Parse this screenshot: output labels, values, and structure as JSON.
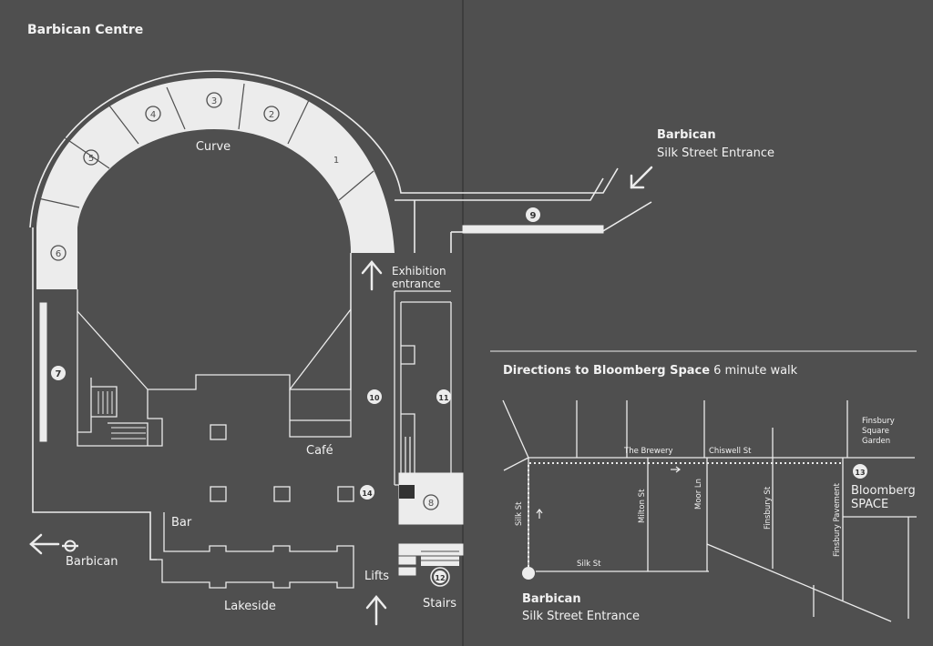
{
  "title": "Barbican Centre",
  "entrance_top": {
    "heading": "Barbican",
    "subtitle": "Silk Street Entrance"
  },
  "labels": {
    "curve": "Curve",
    "exhibition": [
      "Exhibition",
      "entrance"
    ],
    "cafe": "Café",
    "bar": "Bar",
    "lakeside": "Lakeside",
    "lifts": "Lifts",
    "stairs": "Stairs",
    "barbican_station": "Barbican"
  },
  "spaces": [
    "1",
    "2",
    "3",
    "4",
    "5",
    "6",
    "7",
    "8",
    "9",
    "10",
    "11",
    "12",
    "13",
    "14"
  ],
  "directions": {
    "heading": "Directions to Bloomberg Space",
    "walk": "6 minute walk",
    "streets": {
      "the_brewery": "The Brewery",
      "chiswell_st": "Chiswell St",
      "silk_st_vertical": "Silk St",
      "silk_st": "Silk St",
      "milton_st": "Milton St",
      "moor_ln": "Moor Ln",
      "finsbury_st": "Finsbury St",
      "finsbury_pavement": "Finsbury Pavement",
      "finsbury_square_garden": [
        "Finsbury",
        "Square",
        "Garden"
      ]
    },
    "destination": [
      "Bloomberg",
      "SPACE"
    ],
    "start": {
      "heading": "Barbican",
      "subtitle": "Silk Street Entrance"
    }
  },
  "colors": {
    "background": "#4f4f4f",
    "lines": "#ececec"
  },
  "icons": [
    "arrow-up-icon",
    "arrow-left-icon",
    "underground-roundel-icon",
    "arrow-down-left-icon",
    "right-arrow-icon"
  ]
}
